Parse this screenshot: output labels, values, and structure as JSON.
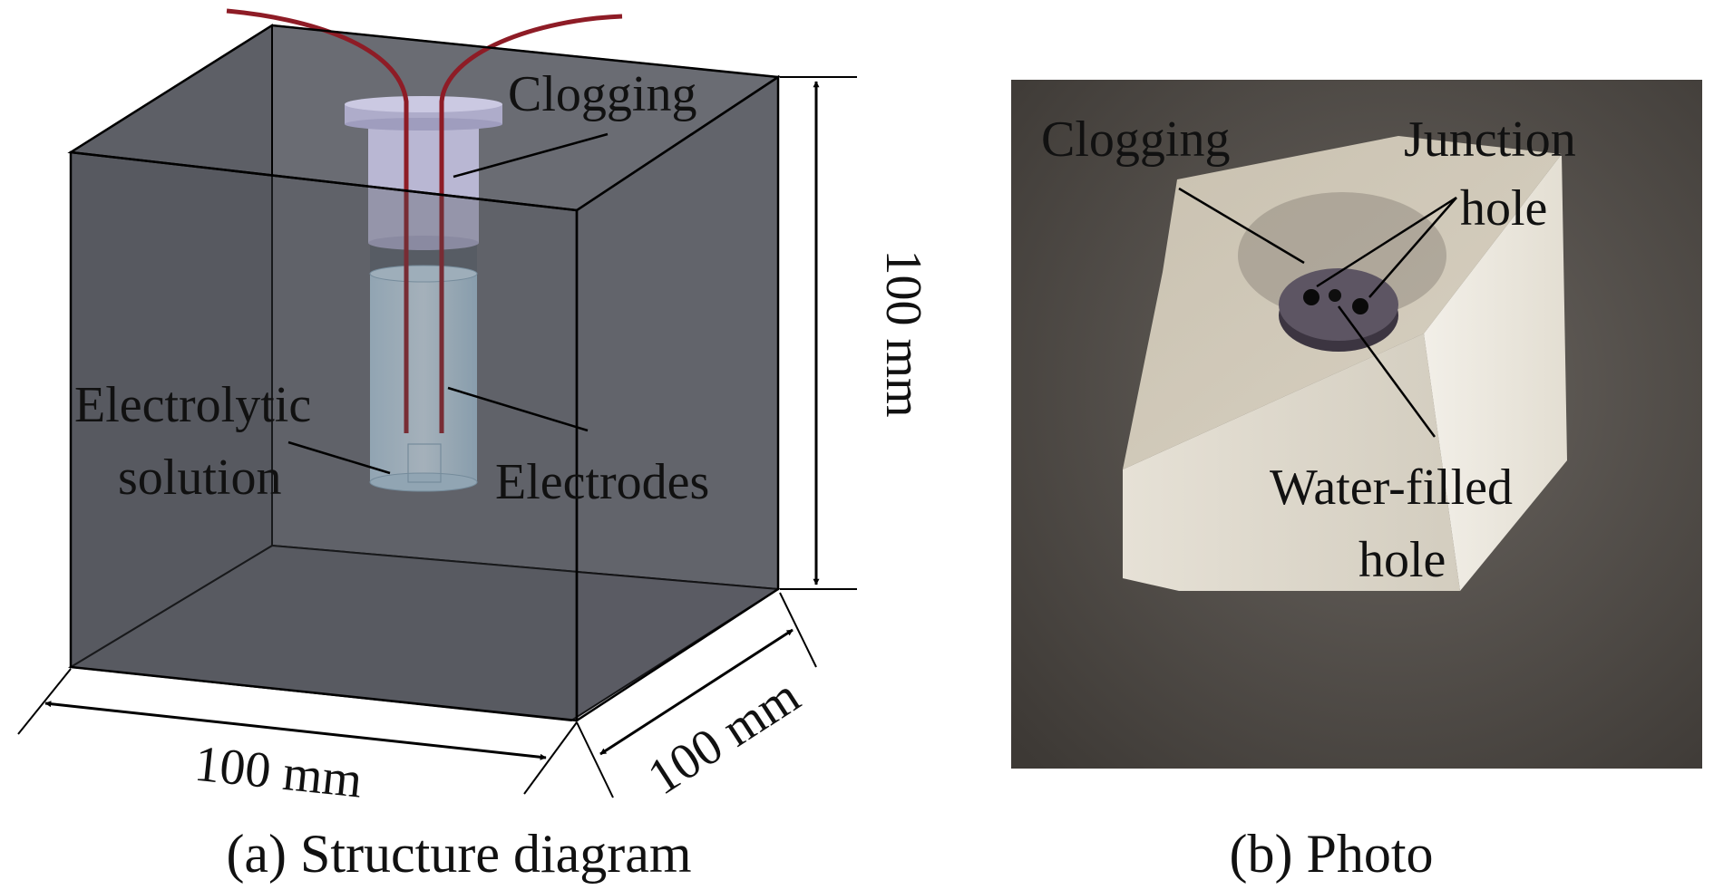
{
  "diagram": {
    "labels": {
      "clogging": "Clogging",
      "electrolytic_line1": "Electrolytic",
      "electrolytic_line2": "solution",
      "electrodes": "Electrodes",
      "dim_height": "100 mm",
      "dim_width": "100 mm",
      "dim_depth": "100 mm"
    },
    "caption": "(a) Structure diagram"
  },
  "photo": {
    "labels": {
      "clogging": "Clogging",
      "junction_line1": "Junction",
      "junction_line2": "hole",
      "water_line1": "Water-filled",
      "water_line2": "hole"
    },
    "caption": "(b) Photo"
  }
}
